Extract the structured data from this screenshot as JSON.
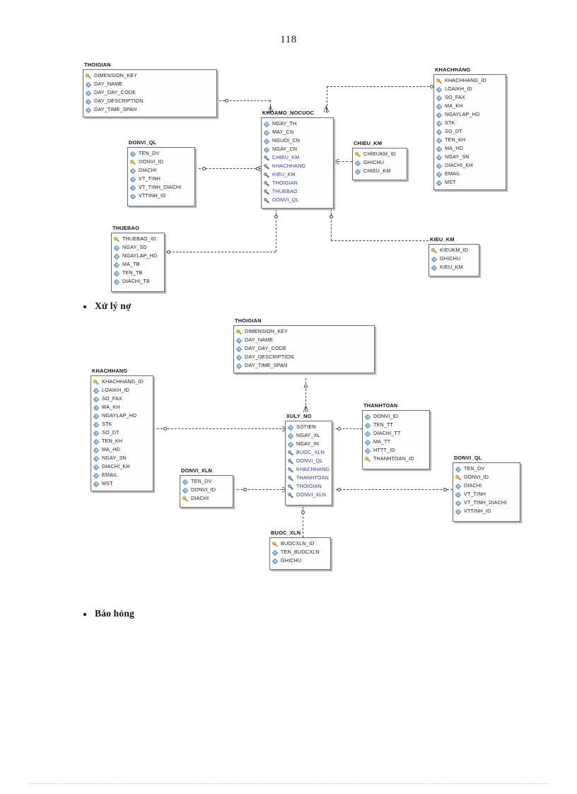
{
  "page": {
    "number": "118",
    "bullets": [
      {
        "label": "Xử lý nợ"
      },
      {
        "label": "Báo hỏng"
      }
    ]
  },
  "icons": {
    "pk": "key-icon",
    "attr": "diamond-attribute-icon",
    "fk": "foreign-key-icon"
  },
  "colors": {
    "fk_text": "#2b36c8",
    "attr_text": "#1c1c1c",
    "entity_border": "#6b6b6b",
    "connector": "#4a4a4a"
  },
  "diagrams": [
    {
      "name": "diagram-khoamo-nocuoc",
      "entities": [
        {
          "name": "THOIGIAN",
          "fields": [
            {
              "label": "DIMENSION_KEY",
              "icon": "pk",
              "kind": "pk"
            },
            {
              "label": "DAY_NAME",
              "icon": "attr",
              "kind": "attr"
            },
            {
              "label": "DAY_DAY_CODE",
              "icon": "attr",
              "kind": "attr"
            },
            {
              "label": "DAY_DESCRIPTION",
              "icon": "attr",
              "kind": "attr"
            },
            {
              "label": "DAY_TIME_SPAN",
              "icon": "attr",
              "kind": "attr"
            }
          ]
        },
        {
          "name": "KHACHHANG",
          "fields": [
            {
              "label": "KHACHHANG_ID",
              "icon": "pk",
              "kind": "pk"
            },
            {
              "label": "LOAIKH_ID",
              "icon": "attr",
              "kind": "attr"
            },
            {
              "label": "SO_FAX",
              "icon": "attr",
              "kind": "attr"
            },
            {
              "label": "MA_KH",
              "icon": "attr",
              "kind": "attr"
            },
            {
              "label": "NGAYLAP_HD",
              "icon": "attr",
              "kind": "attr"
            },
            {
              "label": "STK",
              "icon": "attr",
              "kind": "attr"
            },
            {
              "label": "SO_DT",
              "icon": "attr",
              "kind": "attr"
            },
            {
              "label": "TEN_KH",
              "icon": "attr",
              "kind": "attr"
            },
            {
              "label": "MA_HD",
              "icon": "attr",
              "kind": "attr"
            },
            {
              "label": "NGAY_SN",
              "icon": "attr",
              "kind": "attr"
            },
            {
              "label": "DIACHI_KH",
              "icon": "attr",
              "kind": "attr"
            },
            {
              "label": "EMAIL",
              "icon": "attr",
              "kind": "attr"
            },
            {
              "label": "MST",
              "icon": "attr",
              "kind": "attr"
            }
          ]
        },
        {
          "name": "DONVI_QL",
          "fields": [
            {
              "label": "TEN_DV",
              "icon": "attr",
              "kind": "attr"
            },
            {
              "label": "DONVI_ID",
              "icon": "pk",
              "kind": "pk"
            },
            {
              "label": "DIACHI",
              "icon": "attr",
              "kind": "attr"
            },
            {
              "label": "VT_TINH",
              "icon": "attr",
              "kind": "attr"
            },
            {
              "label": "VT_TINH_DIACHI",
              "icon": "attr",
              "kind": "attr"
            },
            {
              "label": "VTTINH_ID",
              "icon": "attr",
              "kind": "attr"
            }
          ]
        },
        {
          "name": "KHOAMO_NOCUOC",
          "fields": [
            {
              "label": "NGAY_TH",
              "icon": "attr",
              "kind": "attr"
            },
            {
              "label": "MAY_CN",
              "icon": "attr",
              "kind": "attr"
            },
            {
              "label": "NGUOI_CN",
              "icon": "attr",
              "kind": "attr"
            },
            {
              "label": "NGAY_CN",
              "icon": "attr",
              "kind": "attr"
            },
            {
              "label": "CHIEU_KM",
              "icon": "fk",
              "kind": "fk"
            },
            {
              "label": "KHACHHANG",
              "icon": "fk",
              "kind": "fk"
            },
            {
              "label": "KIEU_KM",
              "icon": "fk",
              "kind": "fk"
            },
            {
              "label": "THOIGIAN",
              "icon": "fk",
              "kind": "fk"
            },
            {
              "label": "THUEBAO",
              "icon": "fk",
              "kind": "fk"
            },
            {
              "label": "DONVI_QL",
              "icon": "fk",
              "kind": "fk"
            }
          ]
        },
        {
          "name": "CHIEU_KM",
          "fields": [
            {
              "label": "CHIEUKM_ID",
              "icon": "pk",
              "kind": "pk"
            },
            {
              "label": "GHICHU",
              "icon": "attr",
              "kind": "attr"
            },
            {
              "label": "CHIEU_KM",
              "icon": "attr",
              "kind": "attr"
            }
          ]
        },
        {
          "name": "THUEBAO",
          "fields": [
            {
              "label": "THUEBAO_ID",
              "icon": "pk",
              "kind": "pk"
            },
            {
              "label": "NGAY_SD",
              "icon": "attr",
              "kind": "attr"
            },
            {
              "label": "NGAYLAP_HD",
              "icon": "attr",
              "kind": "attr"
            },
            {
              "label": "MA_TB",
              "icon": "attr",
              "kind": "attr"
            },
            {
              "label": "TEN_TB",
              "icon": "attr",
              "kind": "attr"
            },
            {
              "label": "DIACHI_TB",
              "icon": "attr",
              "kind": "attr"
            }
          ]
        },
        {
          "name": "KIEU_KM",
          "fields": [
            {
              "label": "KIEUKM_ID",
              "icon": "pk",
              "kind": "pk"
            },
            {
              "label": "GHICHU",
              "icon": "attr",
              "kind": "attr"
            },
            {
              "label": "KIEU_KM",
              "icon": "attr",
              "kind": "attr"
            }
          ]
        }
      ]
    },
    {
      "name": "diagram-xuly-no",
      "entities": [
        {
          "name": "THOIGIAN",
          "fields": [
            {
              "label": "DIMENSION_KEY",
              "icon": "pk",
              "kind": "pk"
            },
            {
              "label": "DAY_NAME",
              "icon": "attr",
              "kind": "attr"
            },
            {
              "label": "DAY_DAY_CODE",
              "icon": "attr",
              "kind": "attr"
            },
            {
              "label": "DAY_DESCRIPTION",
              "icon": "attr",
              "kind": "attr"
            },
            {
              "label": "DAY_TIME_SPAN",
              "icon": "attr",
              "kind": "attr"
            }
          ]
        },
        {
          "name": "KHACHHANG",
          "fields": [
            {
              "label": "KHACHHANG_ID",
              "icon": "pk",
              "kind": "pk"
            },
            {
              "label": "LOAIKH_ID",
              "icon": "attr",
              "kind": "attr"
            },
            {
              "label": "SO_FAX",
              "icon": "attr",
              "kind": "attr"
            },
            {
              "label": "MA_KH",
              "icon": "attr",
              "kind": "attr"
            },
            {
              "label": "NGAYLAP_HD",
              "icon": "attr",
              "kind": "attr"
            },
            {
              "label": "STK",
              "icon": "attr",
              "kind": "attr"
            },
            {
              "label": "SO_DT",
              "icon": "attr",
              "kind": "attr"
            },
            {
              "label": "TEN_KH",
              "icon": "attr",
              "kind": "attr"
            },
            {
              "label": "MA_HD",
              "icon": "attr",
              "kind": "attr"
            },
            {
              "label": "NGAY_SN",
              "icon": "attr",
              "kind": "attr"
            },
            {
              "label": "DIACHI_KH",
              "icon": "attr",
              "kind": "attr"
            },
            {
              "label": "EMAIL",
              "icon": "attr",
              "kind": "attr"
            },
            {
              "label": "MST",
              "icon": "attr",
              "kind": "attr"
            }
          ]
        },
        {
          "name": "XULY_NO",
          "fields": [
            {
              "label": "SOTIEN",
              "icon": "attr",
              "kind": "attr"
            },
            {
              "label": "NGAY_XL",
              "icon": "attr",
              "kind": "attr"
            },
            {
              "label": "NGAY_IN",
              "icon": "attr",
              "kind": "attr"
            },
            {
              "label": "BUOC_XLN",
              "icon": "fk",
              "kind": "fk"
            },
            {
              "label": "DONVI_QL",
              "icon": "fk",
              "kind": "fk"
            },
            {
              "label": "KHACHHANG",
              "icon": "fk",
              "kind": "fk"
            },
            {
              "label": "THANHTOAN",
              "icon": "fk",
              "kind": "fk"
            },
            {
              "label": "THOIGIAN",
              "icon": "fk",
              "kind": "fk"
            },
            {
              "label": "DONVI_XLN",
              "icon": "fk",
              "kind": "fk"
            }
          ]
        },
        {
          "name": "THANHTOAN",
          "fields": [
            {
              "label": "DONVI_ID",
              "icon": "attr",
              "kind": "attr"
            },
            {
              "label": "TEN_TT",
              "icon": "attr",
              "kind": "attr"
            },
            {
              "label": "DIACHI_TT",
              "icon": "attr",
              "kind": "attr"
            },
            {
              "label": "MA_TT",
              "icon": "attr",
              "kind": "attr"
            },
            {
              "label": "HTTT_ID",
              "icon": "attr",
              "kind": "attr"
            },
            {
              "label": "THANHTOAN_ID",
              "icon": "pk",
              "kind": "pk"
            }
          ]
        },
        {
          "name": "DONVI_XLN",
          "fields": [
            {
              "label": "TEN_DV",
              "icon": "attr",
              "kind": "attr"
            },
            {
              "label": "DONVI_ID",
              "icon": "attr",
              "kind": "attr"
            },
            {
              "label": "DIACHI",
              "icon": "pk",
              "kind": "pk"
            }
          ]
        },
        {
          "name": "DONVI_QL",
          "fields": [
            {
              "label": "TEN_DV",
              "icon": "attr",
              "kind": "attr"
            },
            {
              "label": "DONVI_ID",
              "icon": "pk",
              "kind": "pk"
            },
            {
              "label": "DIACHI",
              "icon": "attr",
              "kind": "attr"
            },
            {
              "label": "VT_TINH",
              "icon": "attr",
              "kind": "attr"
            },
            {
              "label": "VT_TINH_DIACHI",
              "icon": "attr",
              "kind": "attr"
            },
            {
              "label": "VTTINH_ID",
              "icon": "attr",
              "kind": "attr"
            }
          ]
        },
        {
          "name": "BUOC_XLN",
          "fields": [
            {
              "label": "BUOCXLN_ID",
              "icon": "pk",
              "kind": "pk"
            },
            {
              "label": "TEN_BUOCXLN",
              "icon": "attr",
              "kind": "attr"
            },
            {
              "label": "GHICHU",
              "icon": "attr",
              "kind": "attr"
            }
          ]
        }
      ]
    }
  ]
}
